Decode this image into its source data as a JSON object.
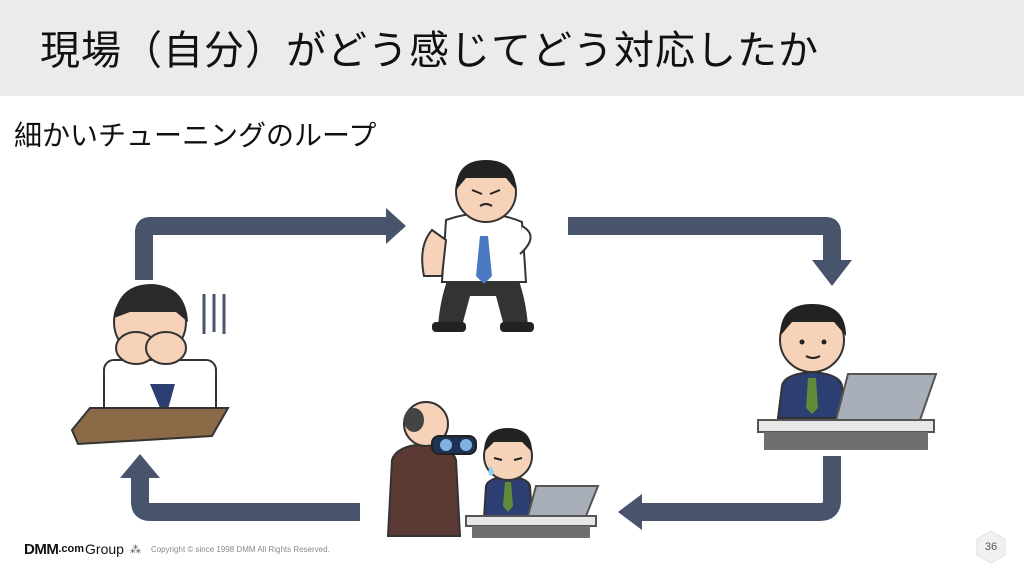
{
  "header": {
    "title": "現場（自分）がどう感じてどう対応したか"
  },
  "section": {
    "subtitle": "細かいチューニングのループ"
  },
  "colors": {
    "arrow": "#48546c",
    "title_bg": "#ebebeb"
  },
  "illustrations": [
    "stressed-worker-covering-face",
    "worker-rolling-up-sleeves",
    "worker-at-laptop",
    "manager-with-binoculars-watching-worker"
  ],
  "footer": {
    "logo_main": "DMM",
    "logo_dotcom": ".com",
    "logo_group": "Group",
    "copyright": "Copyright © since 1998 DMM All Rights Reserved."
  },
  "page": {
    "number": "36"
  }
}
